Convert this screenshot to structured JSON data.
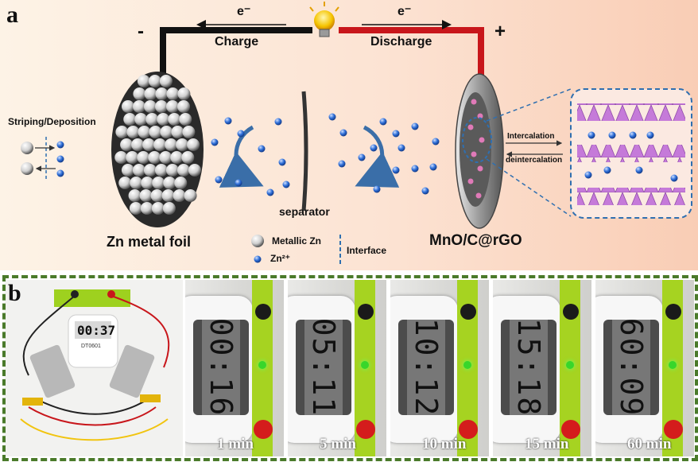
{
  "panel_a": {
    "letter": "a",
    "minus_sign": "-",
    "plus_sign": "+",
    "electron_left": "e⁻",
    "electron_right": "e⁻",
    "charge_label": "Charge",
    "discharge_label": "Discharge",
    "striping_label": "Striping/Deposition",
    "zn_foil_label": "Zn metal foil",
    "separator_label": "separator",
    "cathode_label": "MnO/C@rGO",
    "intercalation_label": "Intercalation",
    "deintercalation_label": "deintercalation",
    "legend": {
      "metallic_zn": "Metallic Zn",
      "zn_ion": "Zn²⁺",
      "interface": "Interface"
    },
    "colors": {
      "negative_wire": "#111111",
      "positive_wire": "#c8161b",
      "zn_ion": "#2f6fd8",
      "layer": "#c57ad9",
      "curved_arrow": "#3a6ea8",
      "zoom_box": "#2f6fb0"
    },
    "icons": [
      "light-bulb-icon",
      "curved-arrow-icon"
    ]
  },
  "panel_b": {
    "letter": "b",
    "timer_display": "00:37",
    "device_label": "DT0601",
    "frame_color": "#4a7a2a",
    "frames": [
      {
        "time": "1 min",
        "display": "00:16"
      },
      {
        "time": "5 min",
        "display": "05:11"
      },
      {
        "time": "10 min",
        "display": "10:12"
      },
      {
        "time": "15 min",
        "display": "15:18"
      },
      {
        "time": "60 min",
        "display": "60:09"
      }
    ]
  }
}
